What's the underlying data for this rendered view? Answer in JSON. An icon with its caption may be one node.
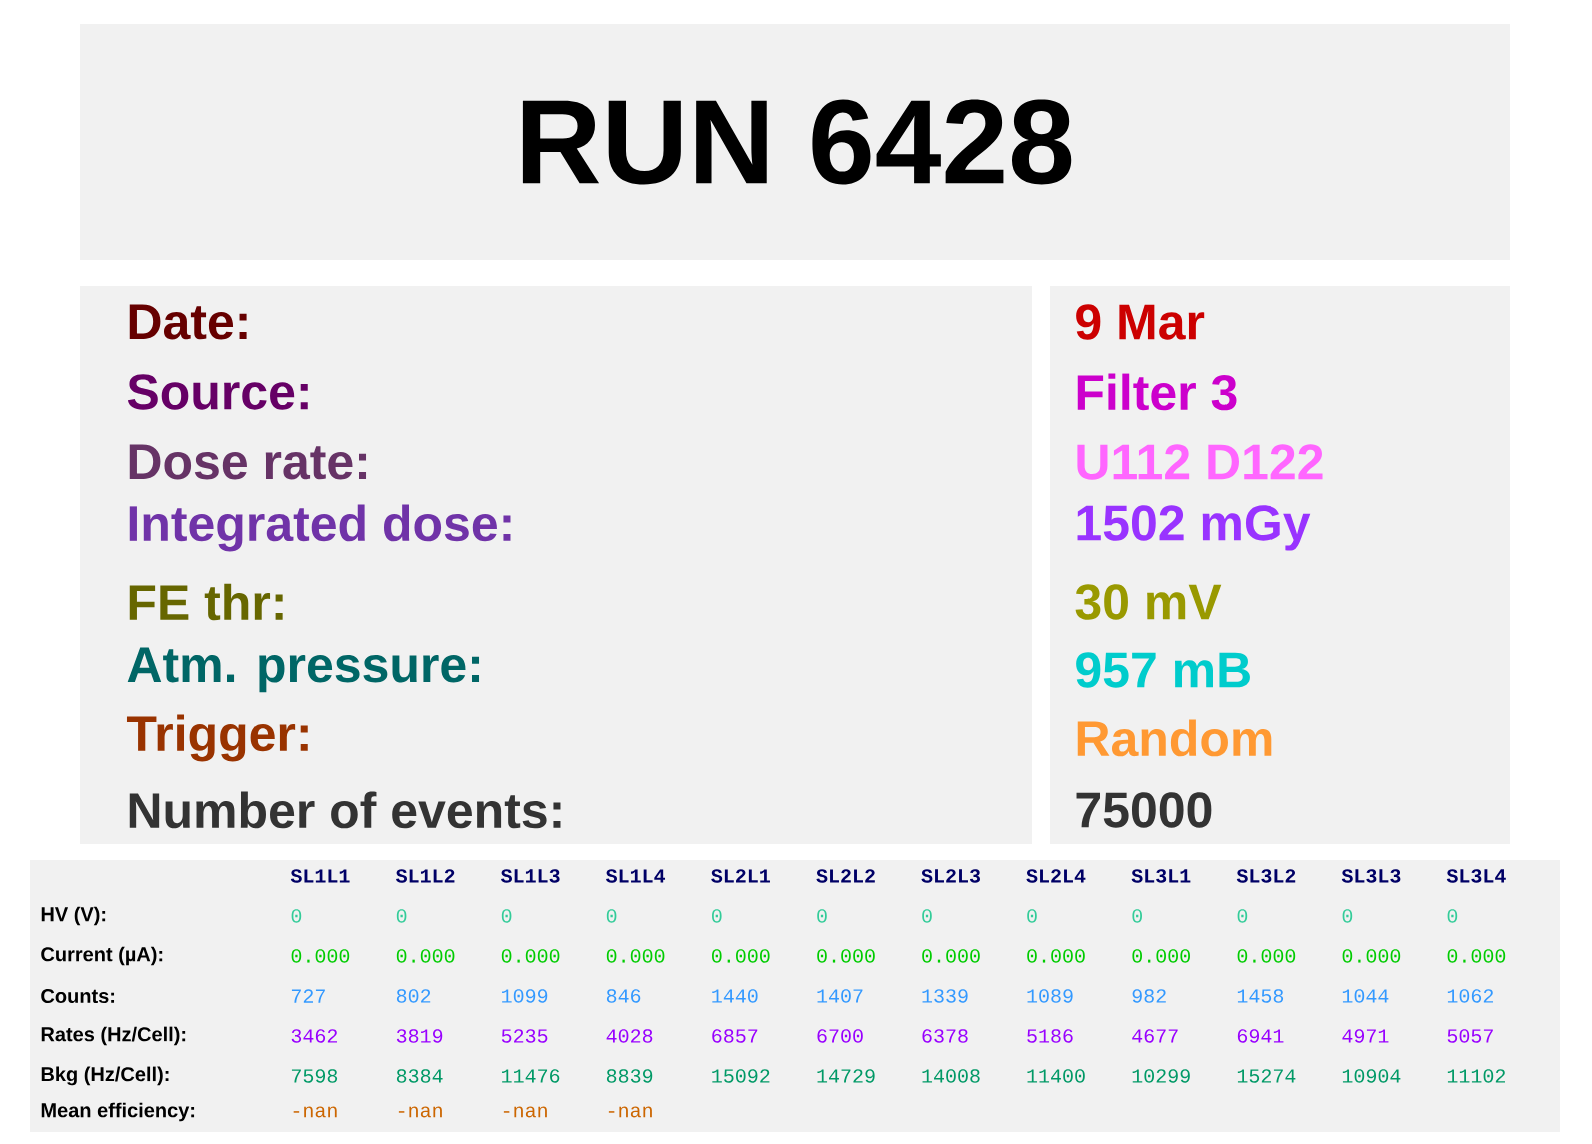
{
  "diagram": {
    "title": "RUN 6428",
    "nodes": [
      {
        "text": [
          "Date:",
          "Source:",
          "Dose rate:",
          "Integrated dose:",
          "FE thr:",
          "Atm. pressure:",
          "Trigger:",
          "Number of events:"
        ]
      },
      {
        "text": [
          "9 Mar",
          "Filter 3",
          "U112 D122",
          "1502 mGy",
          "30 mV",
          "957 mB",
          "Random",
          "75000"
        ]
      }
    ],
    "labels": [
      "SL1L1",
      "SL1L2",
      "SL1L3",
      "SL1L4",
      "SL2L1",
      "SL2L2",
      "SL2L3",
      "SL2L4",
      "SL3L1",
      "SL3L2",
      "SL3L3",
      "SL3L4",
      "HV (V):",
      "0",
      "0",
      "0",
      "0",
      "0",
      "0",
      "0",
      "0",
      "0",
      "0",
      "0",
      "0",
      "Current (µA):",
      "0.000",
      "0.000",
      "0.000",
      "0.000",
      "0.000",
      "0.000",
      "0.000",
      "0.000",
      "0.000",
      "0.000",
      "0.000",
      "0.000",
      "Counts:",
      "727",
      "802",
      "1099",
      "846",
      "1440",
      "1407",
      "1339",
      "1089",
      "982",
      "1458",
      "1044",
      "1062",
      "Rates (Hz/Cell):",
      "3462",
      "3819",
      "5235",
      "4028",
      "6857",
      "6700",
      "6378",
      "5186",
      "4677",
      "6941",
      "4971",
      "5057",
      "Bkg   (Hz/Cell):",
      "7598",
      "8384",
      "11476",
      "8839",
      "15092",
      "14729",
      "14008",
      "11400",
      "10299",
      "15274",
      "10904",
      "11102",
      "Mean efficiency:",
      "-nan",
      "-nan",
      "-nan",
      "-nan"
    ]
  }
}
